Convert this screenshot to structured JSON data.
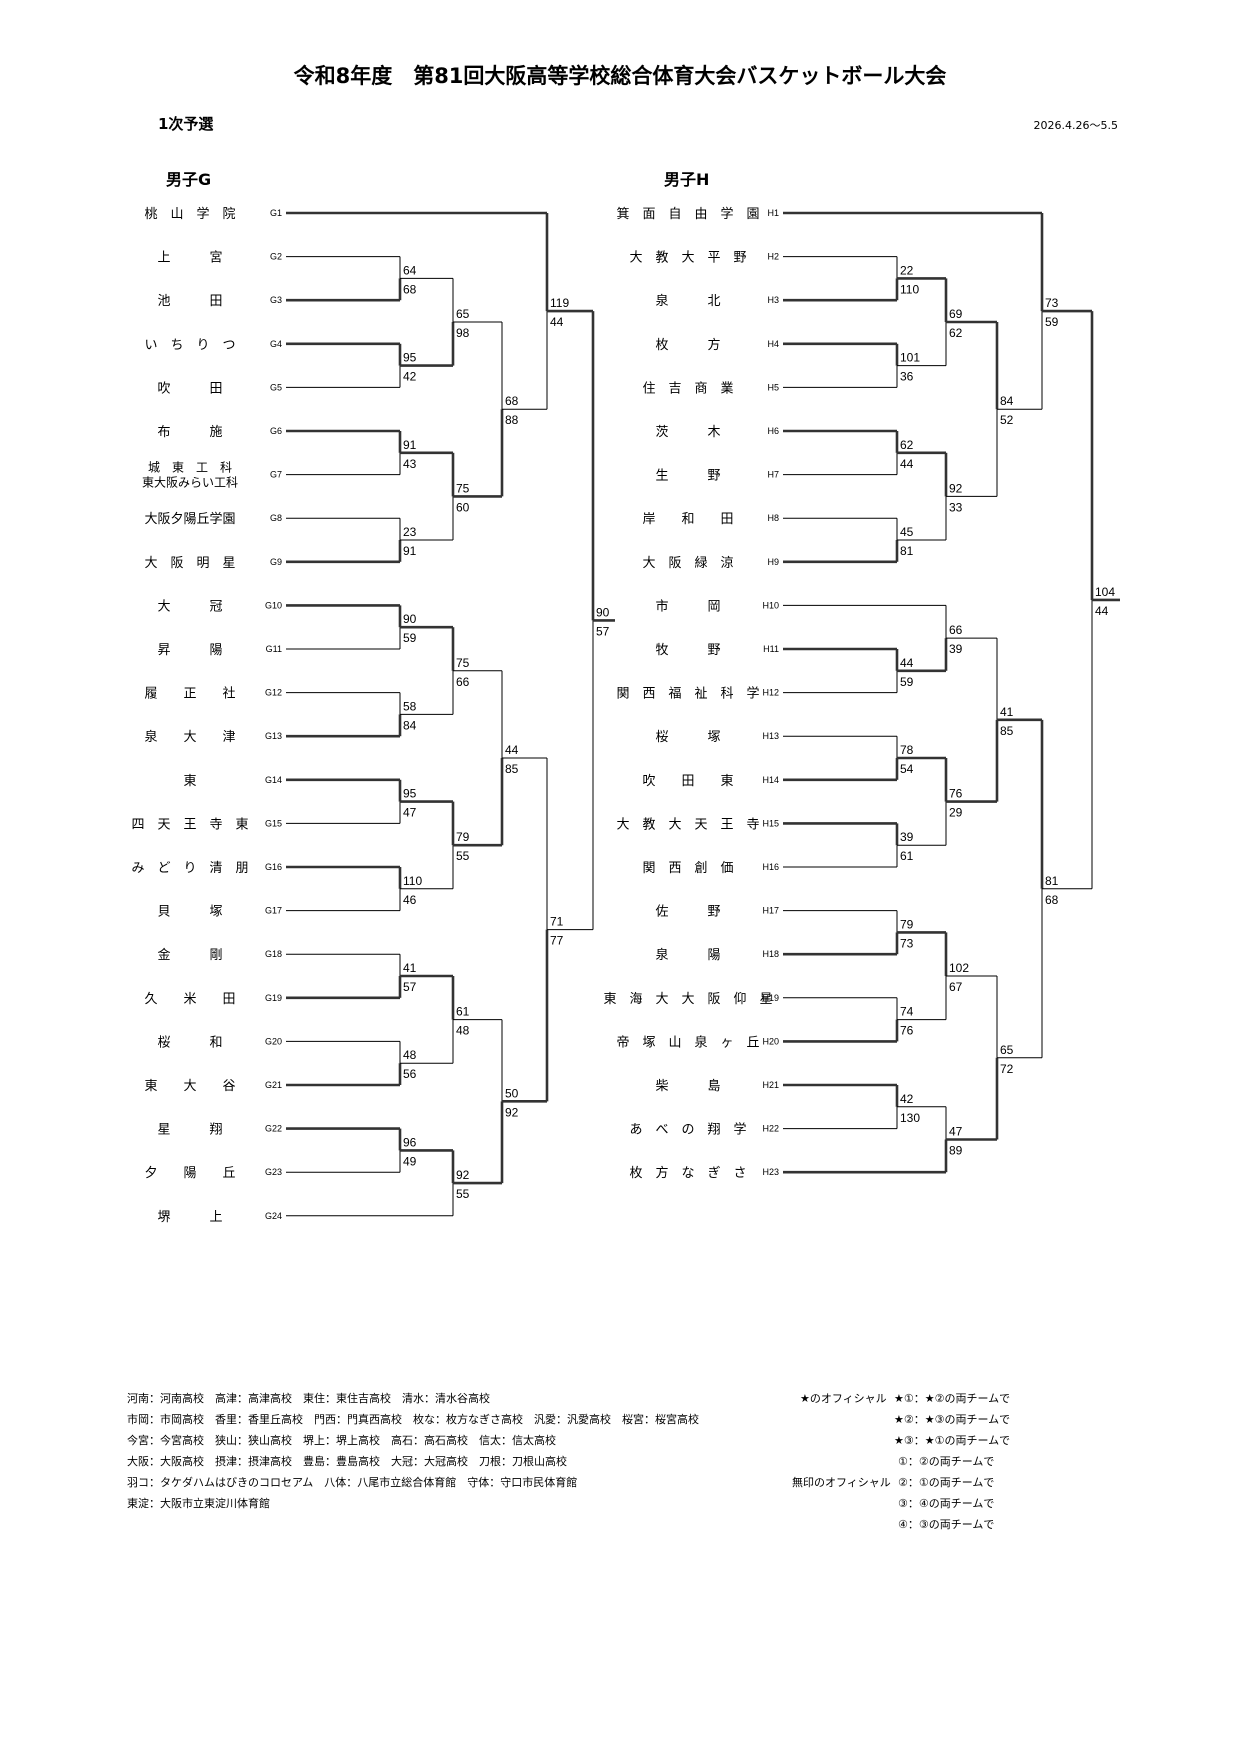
{
  "title": "令和8年度　第81回大阪高等学校総合体育大会バスケットボール大会",
  "round": "1次予選",
  "dates": "2026.4.26〜5.5",
  "brackets": [
    {
      "name": "男子G",
      "teams": [
        {
          "code": "G1",
          "name": "桃　山　学　院"
        },
        {
          "code": "G2",
          "name": "上　　　宮"
        },
        {
          "code": "G3",
          "name": "池　　　田"
        },
        {
          "code": "G4",
          "name": "い　ち　り　つ"
        },
        {
          "code": "G5",
          "name": "吹　　　田"
        },
        {
          "code": "G6",
          "name": "布　　　施"
        },
        {
          "code": "G7",
          "name": "城　東　工　科",
          "name2": "東大阪みらい工科"
        },
        {
          "code": "G8",
          "name": "大阪夕陽丘学園"
        },
        {
          "code": "G9",
          "name": "大　阪　明　星"
        },
        {
          "code": "G10",
          "name": "大　　　冠"
        },
        {
          "code": "G11",
          "name": "昇　　　陽"
        },
        {
          "code": "G12",
          "name": "履　　正　　社"
        },
        {
          "code": "G13",
          "name": "泉　　大　　津"
        },
        {
          "code": "G14",
          "name": "東"
        },
        {
          "code": "G15",
          "name": "四　天　王　寺　東"
        },
        {
          "code": "G16",
          "name": "み　ど　り　清　朋"
        },
        {
          "code": "G17",
          "name": "貝　　　塚"
        },
        {
          "code": "G18",
          "name": "金　　　剛"
        },
        {
          "code": "G19",
          "name": "久　　米　　田"
        },
        {
          "code": "G20",
          "name": "桜　　　和"
        },
        {
          "code": "G21",
          "name": "東　　大　　谷"
        },
        {
          "code": "G22",
          "name": "星　　　翔"
        },
        {
          "code": "G23",
          "name": "夕　　陽　　丘"
        },
        {
          "code": "G24",
          "name": "堺　　　上"
        }
      ],
      "scores": [
        "64",
        "68",
        "95",
        "42",
        "91",
        "43",
        "23",
        "91",
        "90",
        "59",
        "58",
        "84",
        "95",
        "47",
        "110",
        "46",
        "41",
        "57",
        "48",
        "56",
        "96",
        "49",
        "65",
        "98",
        "75",
        "60",
        "75",
        "66",
        "79",
        "55",
        "61",
        "48",
        "92",
        "55",
        "68",
        "88",
        "44",
        "85",
        "50",
        "92",
        "119",
        "44",
        "71",
        "77",
        "90",
        "57"
      ]
    },
    {
      "name": "男子H",
      "teams": [
        {
          "code": "H1",
          "name": "箕　面　自　由　学　園"
        },
        {
          "code": "H2",
          "name": "大　教　大　平　野"
        },
        {
          "code": "H3",
          "name": "泉　　　北"
        },
        {
          "code": "H4",
          "name": "枚　　　方"
        },
        {
          "code": "H5",
          "name": "住　吉　商　業"
        },
        {
          "code": "H6",
          "name": "茨　　　木"
        },
        {
          "code": "H7",
          "name": "生　　　野"
        },
        {
          "code": "H8",
          "name": "岸　　和　　田"
        },
        {
          "code": "H9",
          "name": "大　阪　緑　涼"
        },
        {
          "code": "H10",
          "name": "市　　　岡"
        },
        {
          "code": "H11",
          "name": "牧　　　野"
        },
        {
          "code": "H12",
          "name": "関　西　福　祉　科　学"
        },
        {
          "code": "H13",
          "name": "桜　　　塚"
        },
        {
          "code": "H14",
          "name": "吹　　田　　東"
        },
        {
          "code": "H15",
          "name": "大　教　大　天　王　寺"
        },
        {
          "code": "H16",
          "name": "関　西　創　価"
        },
        {
          "code": "H17",
          "name": "佐　　　野"
        },
        {
          "code": "H18",
          "name": "泉　　　陽"
        },
        {
          "code": "H19",
          "name": "東　海　大　大　阪　仰　星"
        },
        {
          "code": "H20",
          "name": "帝　塚　山　泉　ヶ　丘"
        },
        {
          "code": "H21",
          "name": "柴　　　島"
        },
        {
          "code": "H22",
          "name": "あ　べ　の　翔　学"
        },
        {
          "code": "H23",
          "name": "枚　方　な　ぎ　さ"
        }
      ],
      "scores": [
        "22",
        "110",
        "101",
        "36",
        "62",
        "44",
        "45",
        "81",
        "44",
        "59",
        "78",
        "54",
        "39",
        "61",
        "79",
        "73",
        "74",
        "76",
        "42",
        "130",
        "69",
        "62",
        "92",
        "33",
        "66",
        "39",
        "76",
        "29",
        "102",
        "67",
        "47",
        "89",
        "84",
        "52",
        "41",
        "85",
        "65",
        "72",
        "73",
        "59",
        "81",
        "68",
        "104",
        "44"
      ]
    }
  ],
  "legend": [
    "河南：河南高校　高津：高津高校　東住：東住吉高校　清水：清水谷高校",
    "市岡：市岡高校　香里：香里丘高校　門西：門真西高校　枚な：枚方なぎさ高校　汎愛：汎愛高校　桜宮：桜宮高校",
    "今宮：今宮高校　狭山：狭山高校　堺上：堺上高校　高石：高石高校　信太：信太高校",
    "大阪：大阪高校　摂津：摂津高校　豊島：豊島高校　大冠：大冠高校　刀根：刀根山高校",
    "羽コ：タケダハムはびきのコロセアム　八体：八尾市立総合体育館　守体：守口市民体育館",
    "東淀：大阪市立東淀川体育館"
  ],
  "officials": {
    "star_label": "★のオフィシャル",
    "star_rules": [
      "★①：★②の両チームで",
      "★②：★③の両チームで",
      "★③：★①の両チームで"
    ],
    "plain_label": "無印のオフィシャル",
    "plain_rules": [
      "①：②の両チームで",
      "②：①の両チームで",
      "③：④の両チームで",
      "④：③の両チームで"
    ]
  }
}
